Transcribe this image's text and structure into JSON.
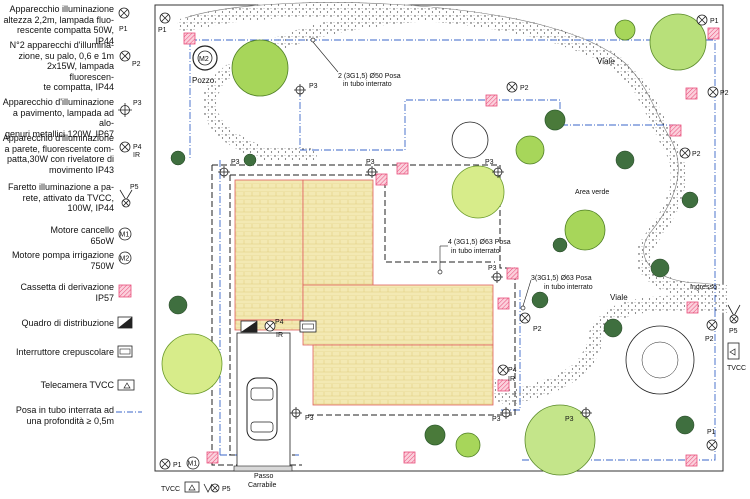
{
  "legend": {
    "items": [
      {
        "text": "Apparecchio illuminazione\naltezza 2,2m, lampada fluo-\nrescente compatta 50W, IP44",
        "code": "P1"
      },
      {
        "text": "N°2 apparecchi d'illumina-\nzione, su palo, 0,6 e 1m\n2x15W, lampada fluorescen-\nte compatta, IP44",
        "code": "P2"
      },
      {
        "text": "Apparecchio d'illuminazione\na pavimento, lampada ad alo-\ngenuri metallici 120W, IP67",
        "code": "P3"
      },
      {
        "text": "Apparecchio d'illuminazione\na parete, fluorescente com-\npatta,30W con rivelatore di\nmovimento IP43",
        "code": "P4",
        "code2": "IR"
      },
      {
        "text": "Faretto illuminazione a pa-\nrete, attivato da TVCC,\n100W, IP44",
        "code": "P5"
      },
      {
        "text": "Motore cancello\n65oW",
        "code": "M1"
      },
      {
        "text": "Motore pompa irrigazione\n750W",
        "code": "M2"
      },
      {
        "text": "Cassetta di derivazione\nIP57"
      },
      {
        "text": "Quadro di distribuzione"
      },
      {
        "text": "Interruttore crepuscolare"
      },
      {
        "text": "Telecamera TVCC"
      },
      {
        "text": "Posa in tubo interrata ad\nuna profondità ≥ 0,5m"
      }
    ]
  },
  "plan": {
    "labels": {
      "pozzo": "Pozzo",
      "viale_top": "Viale",
      "viale_bottom": "Viale",
      "area_verde": "Area verde",
      "ingresso": "Ingresso",
      "passo": "Passo",
      "carrabile": "Carrabile",
      "tvcc": "TVCC"
    },
    "cables": {
      "c1": "2 (3G1,5) Ø50 Posa",
      "c1b": "in tubo interrato",
      "c2": "4 (3G1,5) Ø63 Posa",
      "c2b": "in tubo interrato",
      "c3": "3(3G1,5) Ø63 Posa",
      "c3b": "in tubo interrato"
    },
    "codes": {
      "p1": "P1",
      "p2": "P2",
      "p3": "P3",
      "p4": "P4",
      "p5": "P5",
      "ir": "IR",
      "m1": "M1",
      "m2": "M2"
    }
  },
  "colors": {
    "line": "#222222",
    "dashdot": "#3a66c8",
    "junction": "#e84d7a",
    "paving": "#f3e9b3",
    "paving_border": "#e06060",
    "tree_green": "#88cc44",
    "shrub": "#2e5d2e"
  }
}
